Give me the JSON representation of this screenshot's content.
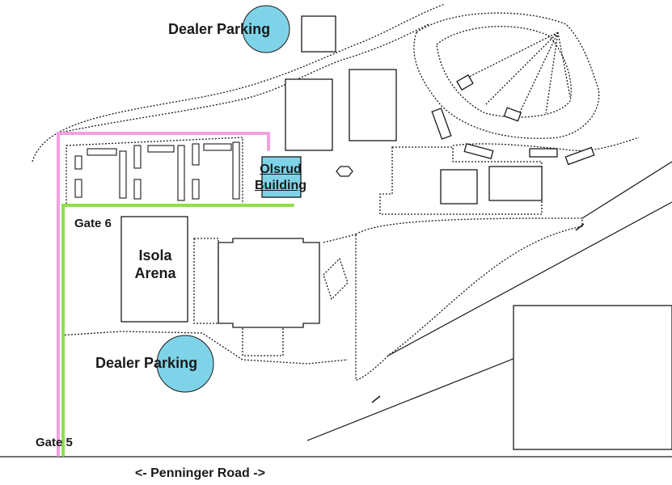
{
  "labels": {
    "dealer_parking_top": "Dealer Parking",
    "dealer_parking_bottom": "Dealer Parking",
    "gate_6": "Gate 6",
    "gate_5": "Gate 5",
    "isola_line1": "Isola",
    "isola_line2": "Arena",
    "olsrud_line1": "Olsrud",
    "olsrud_line2": "Building",
    "road": "<- Penninger Road ->"
  },
  "colors": {
    "parking_highlight": "#7fd3e8",
    "pedestrian_route_pink": "#f2a0e0",
    "vehicle_route_green": "#8ee04a",
    "ink": "#1a1a1a"
  }
}
